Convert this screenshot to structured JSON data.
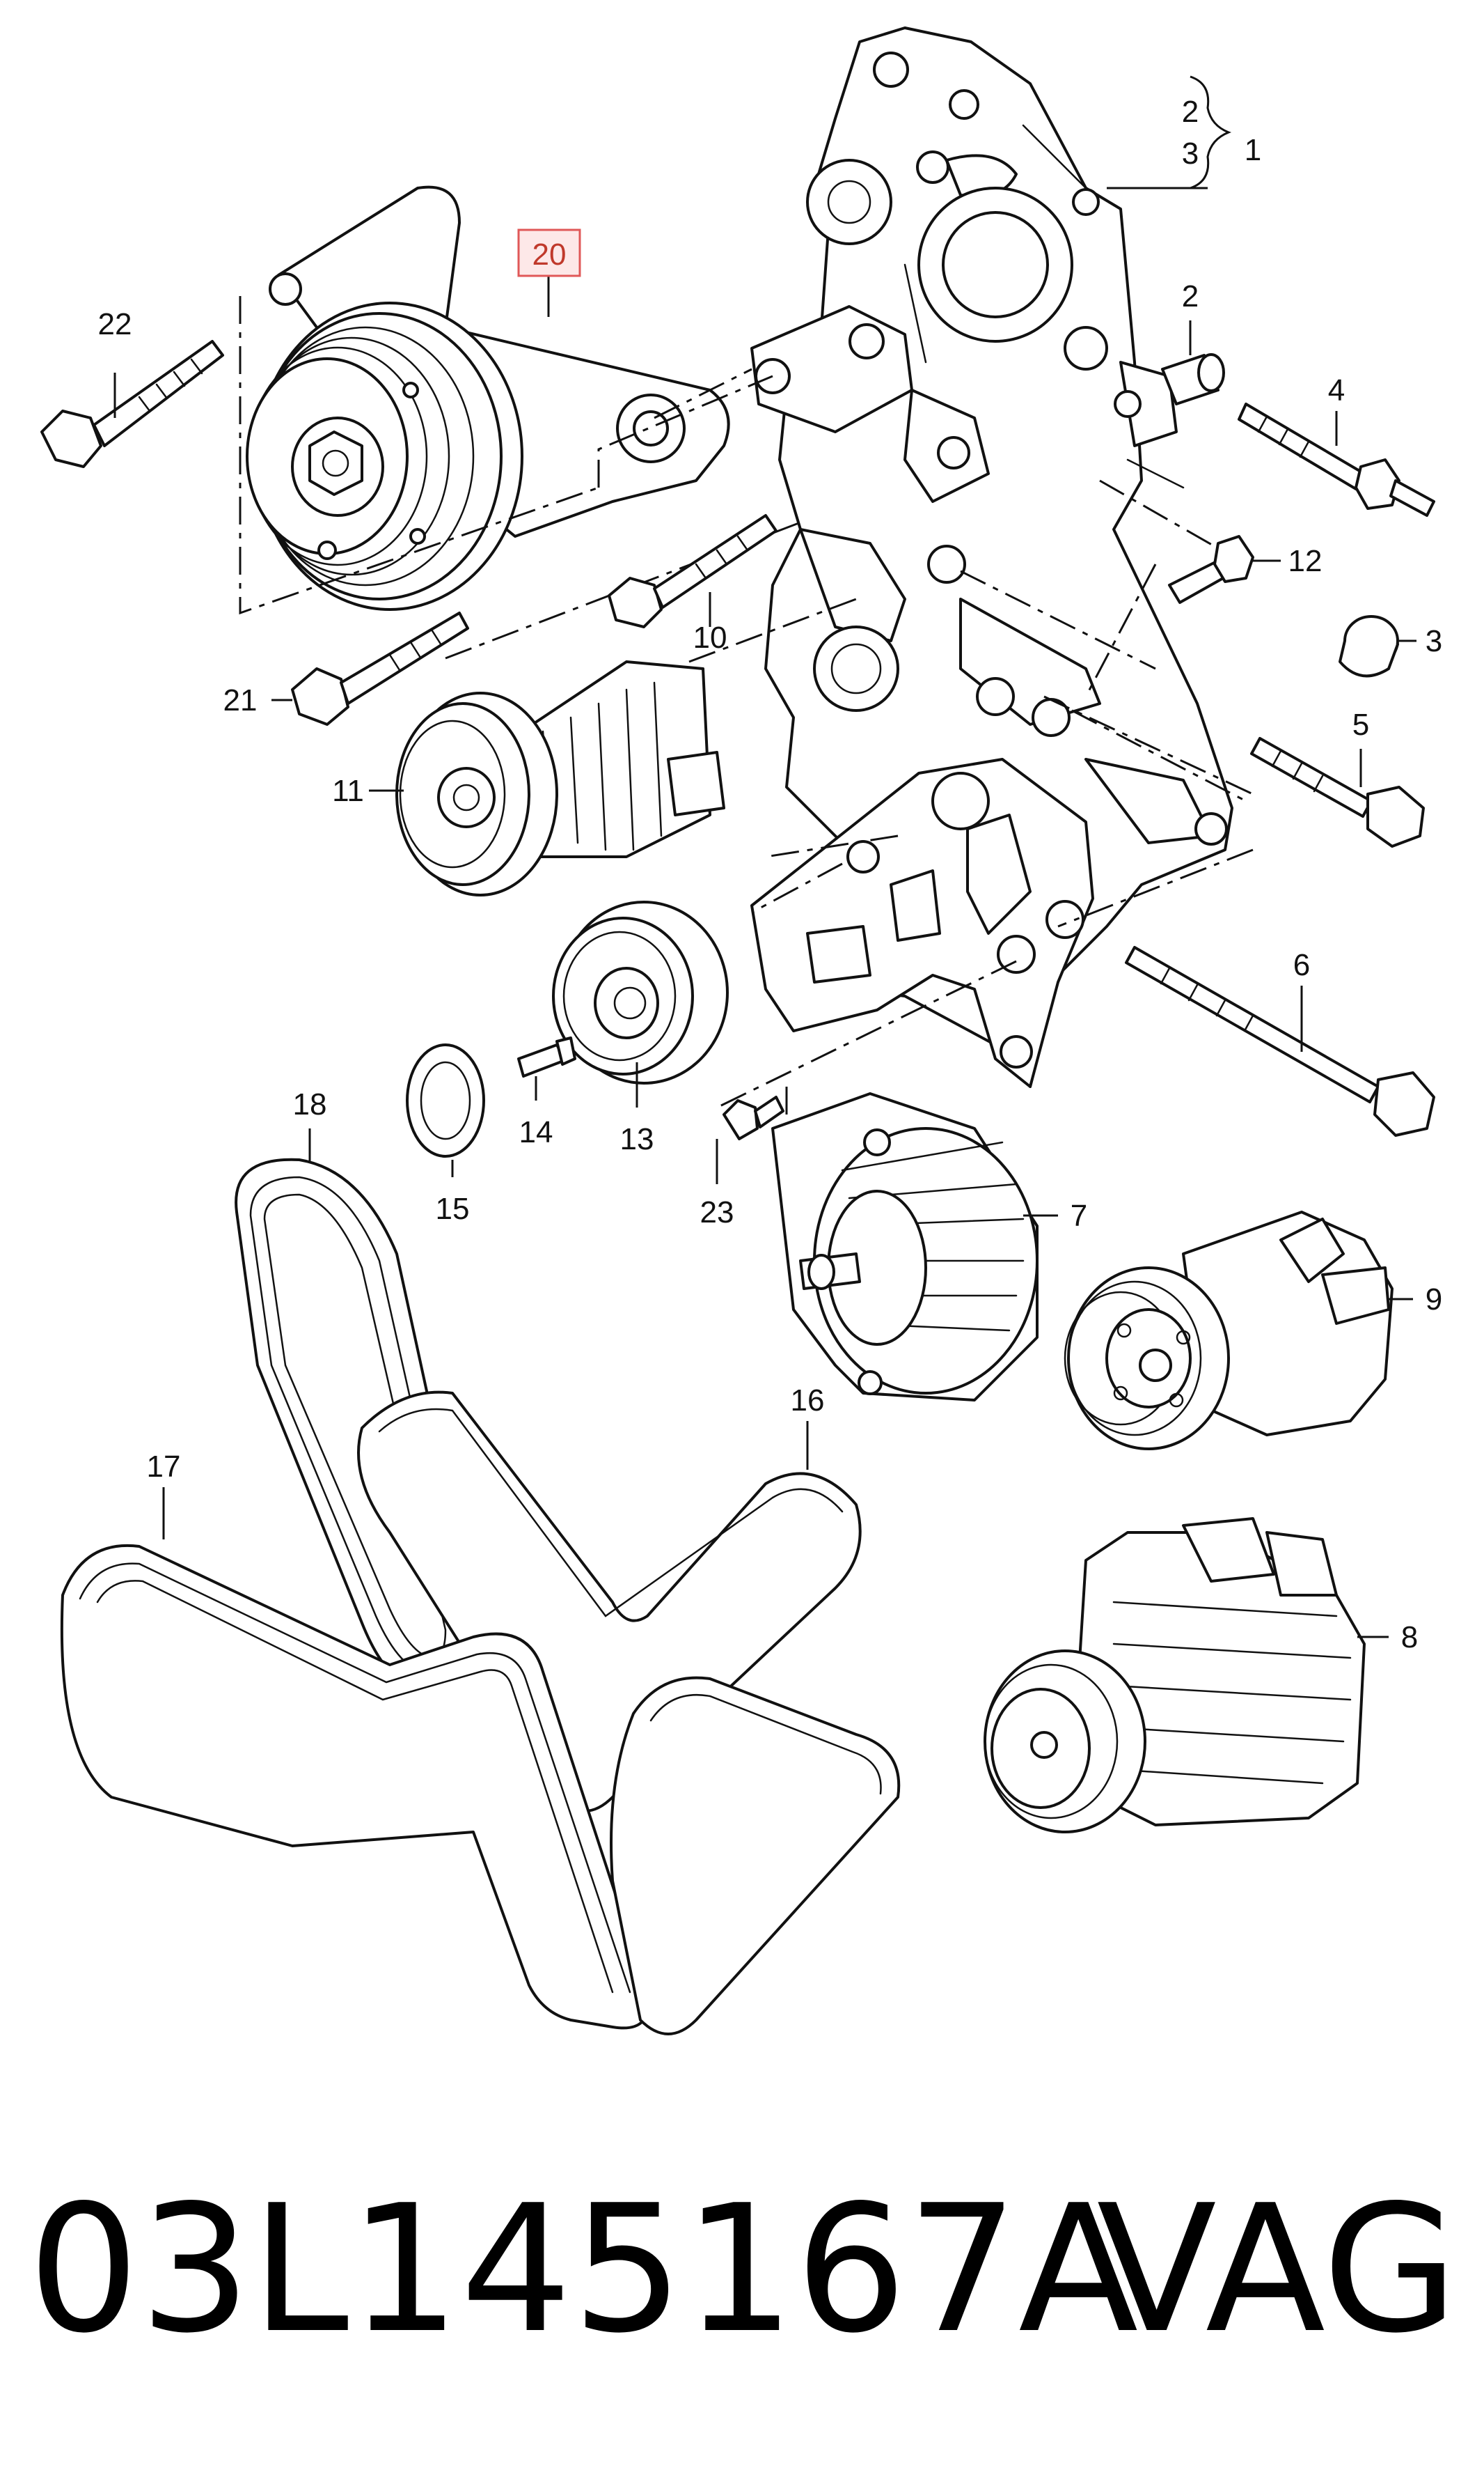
{
  "callouts": {
    "c1": "1",
    "c2a": "2",
    "c3a": "3",
    "c2": "2",
    "c3": "3",
    "c4": "4",
    "c5": "5",
    "c6": "6",
    "c7": "7",
    "c8": "8",
    "c9": "9",
    "c10": "10",
    "c11": "11",
    "c12": "12",
    "c13": "13",
    "c14": "14",
    "c15": "15",
    "c16": "16",
    "c17": "17",
    "c18": "18",
    "c20": "20",
    "c21": "21",
    "c22": "22",
    "c23": "23"
  },
  "highlight": {
    "part": "20",
    "color": "#e05858"
  },
  "caption": {
    "part_number": "03L145167A",
    "brand": "VAG"
  }
}
